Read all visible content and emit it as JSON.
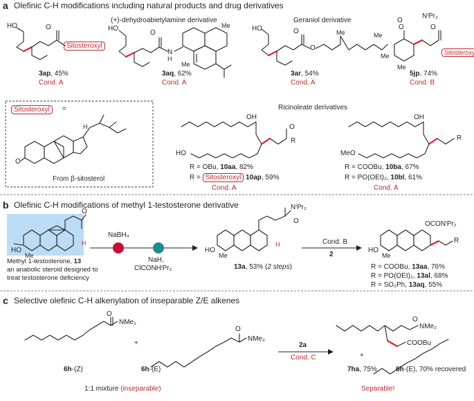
{
  "panel_a": {
    "letter": "a",
    "title": "Olefinic C-H modifications including natural products and drug derivatives",
    "sub_dehydro": "(+)-dehydroabietylamine derivative",
    "sub_geraniol": "Geraniol derivative",
    "sitosteroxyl": "Sitosteroxyl",
    "c3ap": {
      "id": "3ap",
      "yield": ", 45%",
      "cond": "Cond. A"
    },
    "c3aq": {
      "id": "3aq",
      "yield": ", 62%",
      "cond": "Cond. A"
    },
    "c3ar": {
      "id": "3ar",
      "yield": ", 54%",
      "cond": "Cond. A"
    },
    "c5jp": {
      "id": "5jp",
      "yield": ", 74%",
      "cond": "Cond. B"
    },
    "def_equals": "=",
    "from_sitosterol": "From β-sitosterol",
    "ricinoleate": "Ricinoleate derivatives",
    "r1a": "R = OBu, ",
    "r1a_id": "10aa",
    "r1a_y": ", 82%",
    "r1b_pre": "R = ",
    "r1b_id": "10ap",
    "r1b_y": ", 59%",
    "r1_cond": "Cond. A",
    "r2a": "R = COOBu, ",
    "r2a_id": "10ba",
    "r2a_y": ", 67%",
    "r2b": "R = PO(OEt)₂, ",
    "r2b_id": "10bl",
    "r2b_y": ", 61%",
    "r2_cond": "Cond. A",
    "atom_O": "O",
    "atom_OH": "OH",
    "atom_HO": "HO",
    "atom_N": "N",
    "atom_H": "H",
    "atom_R": "R",
    "atom_Me": "Me",
    "atom_MeO": "MeO",
    "atom_NPr2": "NⁱPr₂"
  },
  "panel_b": {
    "letter": "b",
    "title": "Olefinic C-H modifications of methyl 1-testosterone derivative",
    "nabh4": "NaBH₄",
    "nah": "NaH,",
    "clconh": "ClCONHⁱPr₂",
    "cap1": "Methyl 1-testosterone, ",
    "cap1_id": "13",
    "cap2": "an anabolic steroid designed to",
    "cap3": "treat testosterone deficiency",
    "p13a_id": "13a",
    "p13a_y": ", 53% (",
    "p13a_steps": "2 steps",
    "p13a_end": ")",
    "condB": "Cond. B",
    "reag2": "2",
    "ocon": "OCONⁱPr₂",
    "rows": [
      {
        "r": "R = COOBu,",
        "id": "13aa",
        "y": ", 76%"
      },
      {
        "r": "R = PO(OEt)₂,",
        "id": "13al",
        "y": ", 68%"
      },
      {
        "r": "R = SO₂Ph,",
        "id": "13aq",
        "y": ", 55%"
      }
    ]
  },
  "panel_c": {
    "letter": "c",
    "title": "Selective olefinic C-H alkenylation of inseparable Z/E alkenes",
    "nme2": "NMe₂",
    "plus": "+",
    "sm1_id": "6h",
    "sm1_suffix": "-(Z)",
    "sm2_id": "6h",
    "sm2_suffix": "-(E)",
    "mixture": "1:1 mixture ",
    "inseparable": "(inseparable)",
    "reag": "2a",
    "cond": "Cond. C",
    "p1_id": "7ha",
    "p1_y": ", 75%",
    "cooBu": "COOBu",
    "separable": "Separable!",
    "p2_id": "6h",
    "p2_suffix": "-(E)",
    "p2_y": ", 70% recovered"
  },
  "colors": {
    "accent_red": "#c0272d",
    "highlight_blue": "#bcdcf5",
    "dot_red": "#c4102e",
    "dot_teal": "#1f8c8c"
  }
}
